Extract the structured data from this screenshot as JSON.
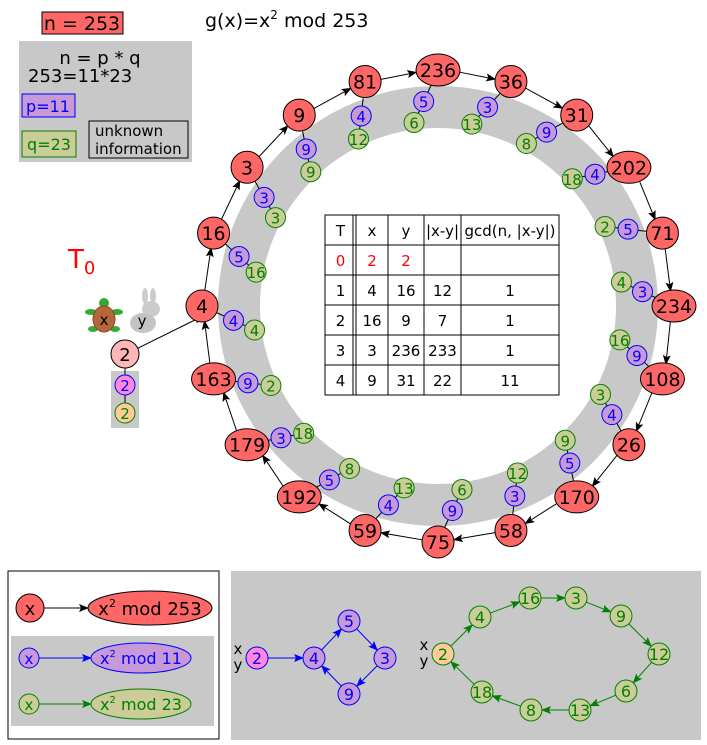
{
  "header": {
    "n_badge": "n = 253",
    "title_prefix": "g(x)=x",
    "title_sup": "2",
    "title_suffix": " mod 253"
  },
  "info_box": {
    "line1": "n = p * q",
    "line2": "253=11*23",
    "p_label": "p=11",
    "q_label": "q=23",
    "unknown_line1": "unknown",
    "unknown_line2": "information"
  },
  "start": {
    "label_T": "T",
    "label_sub": "0",
    "tortoise_label": "x",
    "hare_label": "y",
    "node_value": "2",
    "p_value": "2",
    "q_value": "2"
  },
  "ring": {
    "nodes": [
      {
        "v": "4",
        "p": "4",
        "q": "4"
      },
      {
        "v": "16",
        "p": "5",
        "q": "16"
      },
      {
        "v": "3",
        "p": "3",
        "q": "3"
      },
      {
        "v": "9",
        "p": "9",
        "q": "9"
      },
      {
        "v": "81",
        "p": "4",
        "q": "12"
      },
      {
        "v": "236",
        "p": "5",
        "q": "6"
      },
      {
        "v": "36",
        "p": "3",
        "q": "13"
      },
      {
        "v": "31",
        "p": "9",
        "q": "8"
      },
      {
        "v": "202",
        "p": "4",
        "q": "18"
      },
      {
        "v": "71",
        "p": "5",
        "q": "2"
      },
      {
        "v": "234",
        "p": "3",
        "q": "4"
      },
      {
        "v": "108",
        "p": "9",
        "q": "16"
      },
      {
        "v": "26",
        "p": "4",
        "q": "3"
      },
      {
        "v": "170",
        "p": "5",
        "q": "9"
      },
      {
        "v": "58",
        "p": "3",
        "q": "12"
      },
      {
        "v": "75",
        "p": "9",
        "q": "6"
      },
      {
        "v": "59",
        "p": "4",
        "q": "13"
      },
      {
        "v": "192",
        "p": "5",
        "q": "8"
      },
      {
        "v": "179",
        "p": "3",
        "q": "18"
      },
      {
        "v": "163",
        "p": "9",
        "q": "2"
      }
    ]
  },
  "table": {
    "headers": [
      "T",
      "x",
      "y",
      "|x-y|",
      "gcd(n, |x-y|)"
    ],
    "rows": [
      [
        "0",
        "2",
        "2",
        "",
        ""
      ],
      [
        "1",
        "4",
        "16",
        "12",
        "1"
      ],
      [
        "2",
        "16",
        "9",
        "7",
        "1"
      ],
      [
        "3",
        "3",
        "236",
        "233",
        "1"
      ],
      [
        "4",
        "9",
        "31",
        "22",
        "11"
      ]
    ],
    "highlight_row_color": "#ff0000"
  },
  "legend": {
    "main_from": "x",
    "main_to_prefix": "x",
    "main_to_sup": "2",
    "main_to_suffix": " mod 253",
    "p_from": "x",
    "p_to_prefix": "x",
    "p_to_sup": "2",
    "p_to_suffix": " mod 11",
    "q_from": "x",
    "q_to_prefix": "x",
    "q_to_sup": "2",
    "q_to_suffix": " mod 23"
  },
  "cycle_p": {
    "x_label": "x",
    "y_label": "y",
    "start": "2",
    "nodes": [
      "4",
      "5",
      "3",
      "9"
    ]
  },
  "cycle_q": {
    "x_label": "x",
    "y_label": "y",
    "start": "2",
    "nodes": [
      "4",
      "16",
      "3",
      "9",
      "12",
      "6",
      "13",
      "8",
      "18"
    ]
  },
  "colors": {
    "main_fill": "#ff6666",
    "p_fill": "#c899d8",
    "p_stroke": "#0000ff",
    "q_fill": "#cccc99",
    "q_stroke": "#008000",
    "start_fill": "#ffb6b6",
    "p_start_fill": "#ff88dd",
    "q_start_fill": "#ffcc99",
    "gray": "#c8c8c8",
    "red_text": "#ff0000"
  }
}
